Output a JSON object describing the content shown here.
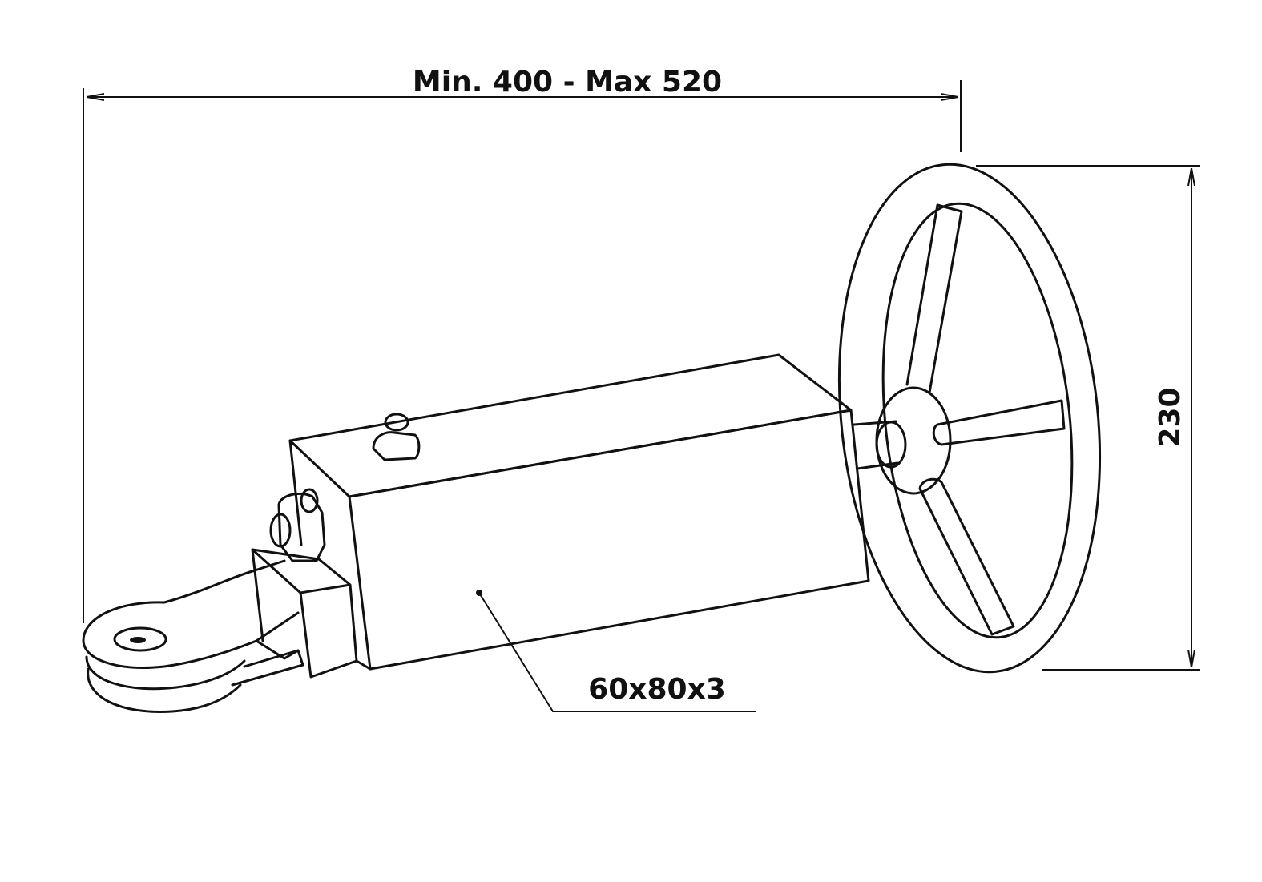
{
  "dimensions": {
    "length_label": "Min. 400 - Max 520",
    "height_label": "230",
    "profile_label": "60x80x3"
  }
}
